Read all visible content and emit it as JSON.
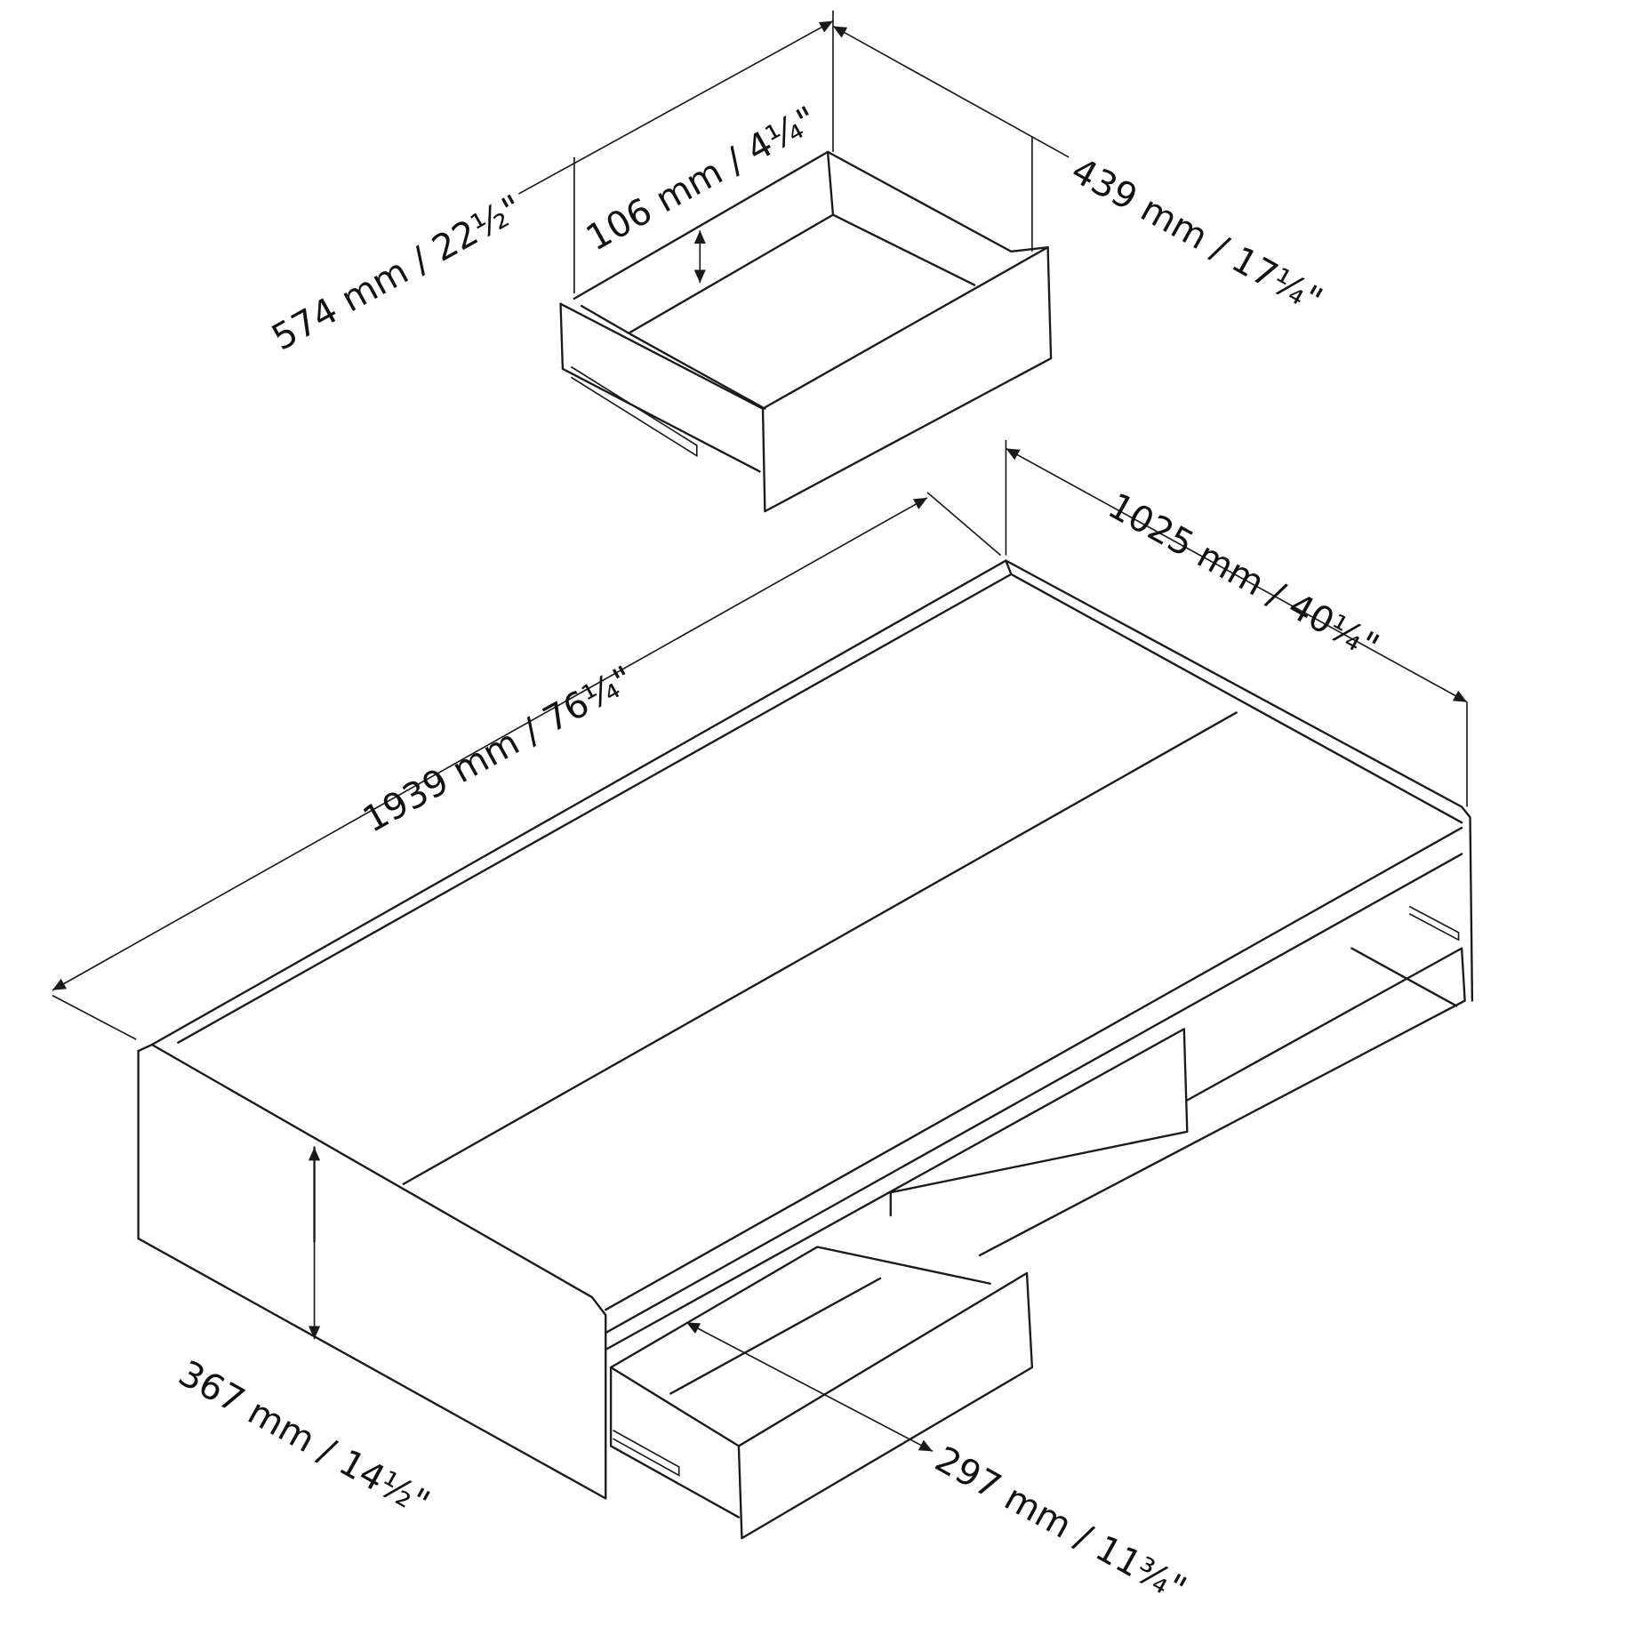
{
  "title": "Bed with drawers dimension diagram",
  "dimensions": {
    "drawer_depth": "574 mm / 22½\"",
    "drawer_height": "106 mm / 4¼\"",
    "drawer_width": "439 mm / 17¼\"",
    "bed_width": "1025 mm / 40¼\"",
    "bed_length": "1939 mm / 76¼\"",
    "bed_height": "367 mm / 14½\"",
    "drawer_opening": "297 mm / 11¾\""
  },
  "line_color": "#1a1a1a"
}
